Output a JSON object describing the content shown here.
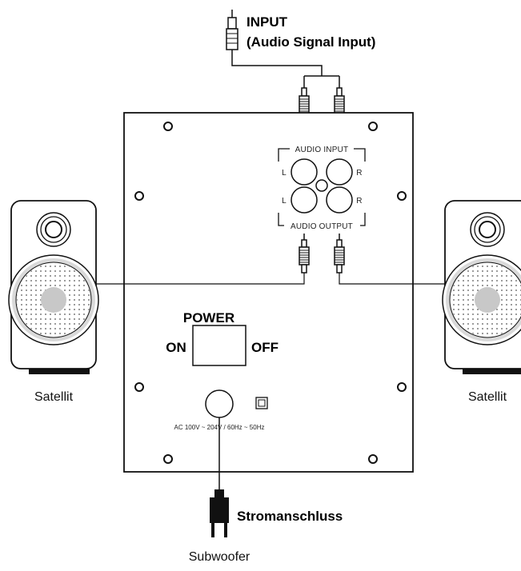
{
  "labels": {
    "input_title": "INPUT",
    "input_subtitle": "(Audio Signal Input)",
    "audio_input": "AUDIO INPUT",
    "audio_output": "AUDIO OUTPUT",
    "left_in": "L",
    "right_in": "R",
    "left_out": "L",
    "right_out": "R",
    "power": "POWER",
    "on": "ON",
    "off": "OFF",
    "voltage": "AC 100V ~ 204V / 60Hz ~ 50Hz",
    "satellite_left": "Satellit",
    "satellite_right": "Satellit",
    "power_connection": "Stromanschluss",
    "subwoofer": "Subwoofer"
  },
  "colors": {
    "line": "#111111",
    "speaker_ring": "#d9d9d9",
    "speaker_center": "#c8c8c8",
    "dots": "#555555"
  },
  "icons": {
    "rca_plug": "rca-plug-icon",
    "power_plug": "power-plug-icon",
    "speaker": "speaker-icon"
  }
}
